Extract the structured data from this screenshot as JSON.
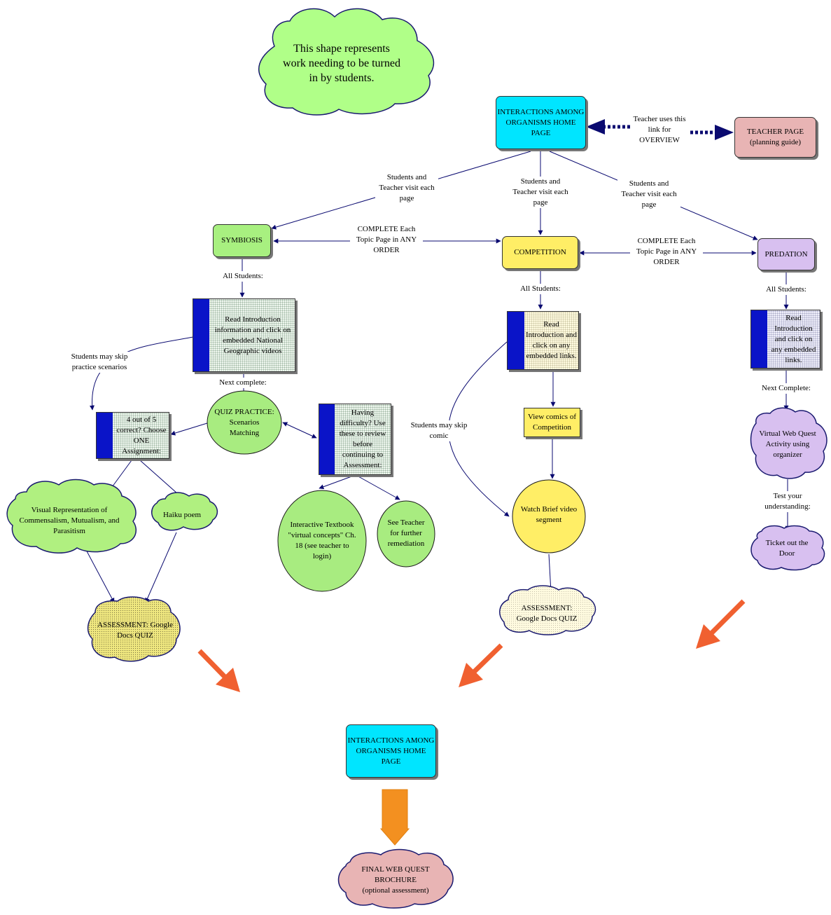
{
  "legend": {
    "text": "This shape represents work needing to be turned in by students."
  },
  "home_top": {
    "label": "INTERACTIONS AMONG ORGANISMS HOME PAGE"
  },
  "teacher_link_label": "Teacher uses this link for OVERVIEW",
  "teacher_page": {
    "title": "TEACHER PAGE",
    "subtitle": "(planning guide)"
  },
  "visit_labels": {
    "left": "Students and Teacher visit each page",
    "center": "Students and Teacher visit each page",
    "right": "Students and Teacher visit each page"
  },
  "complete_labels": {
    "left": "COMPLETE Each Topic Page in ANY ORDER",
    "right": "COMPLETE Each Topic Page in ANY ORDER"
  },
  "topics": {
    "symbiosis": "SYMBIOSIS",
    "competition": "COMPETITION",
    "predation": "PREDATION"
  },
  "symbiosis": {
    "all_students": "All Students:",
    "read_intro": "Read Introduction information and click on embedded National Geographic videos",
    "skip_label": "Students may skip practice scenarios",
    "next_complete": "Next complete:",
    "quiz_practice": "QUIZ PRACTICE: Scenarios Matching",
    "assignment_choice": "4 out of 5 correct? Choose ONE Assignment:",
    "difficulty": "Having difficulty? Use these to review before continuing to Assessment:",
    "visual_rep": "Visual Representation of Commensalism, Mutualism, and Parasitism",
    "haiku": "Haiku poem",
    "textbook": "Interactive Textbook \"virtual concepts\" Ch. 18 (see teacher to login)",
    "see_teacher": "See Teacher for further remediation",
    "assessment": "ASSESSMENT: Google Docs QUIZ"
  },
  "competition": {
    "all_students": "All Students:",
    "read_intro": "Read Introduction and click on any embedded links.",
    "skip_label": "Students may skip comic",
    "comics": "View comics of Competition",
    "video": "Watch Brief video segment",
    "assessment": "ASSESSMENT: Google Docs QUIZ"
  },
  "predation": {
    "all_students": "All Students:",
    "read_intro": "Read Introduction and click on any embedded links.",
    "next_complete": "Next Complete:",
    "webquest": "Virtual Web Quest Activity using organizer",
    "test_label": "Test your understanding:",
    "ticket": "Ticket out the Door"
  },
  "home_bottom": {
    "label": "INTERACTIONS AMONG ORGANISMS HOME PAGE"
  },
  "final": {
    "title": "FINAL WEB QUEST BROCHURE",
    "subtitle": "(optional assessment)"
  },
  "colors": {
    "home": "#00e5ff",
    "teacher": "#e8b4b4",
    "symbiosis": "#a8f080",
    "competition": "#ffee66",
    "predation": "#d8c0f0",
    "assessment_dotted": "#e8e070",
    "orange_arrow": "#f06030",
    "big_arrow": "#f39020",
    "connector": "#0a0a70"
  }
}
